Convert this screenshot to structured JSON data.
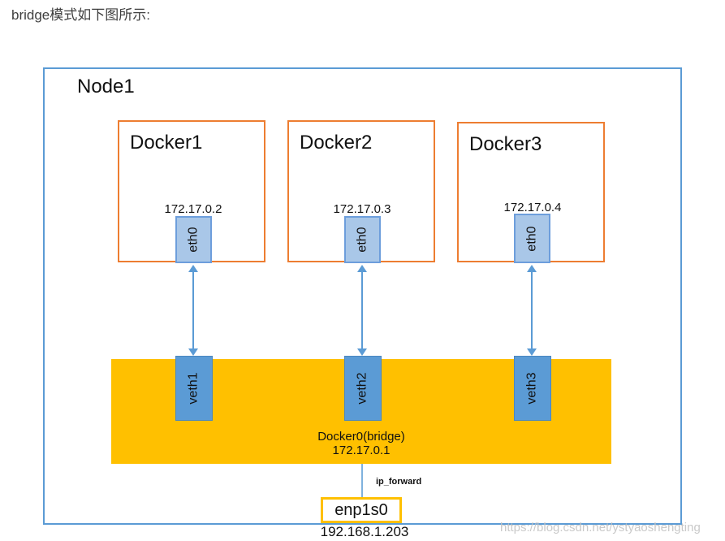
{
  "caption": "bridge模式如下图所示:",
  "node": {
    "label": "Node1"
  },
  "containers": [
    {
      "name": "Docker1",
      "ip": "172.17.0.2",
      "interface": "eth0",
      "veth": "veth1"
    },
    {
      "name": "Docker2",
      "ip": "172.17.0.3",
      "interface": "eth0",
      "veth": "veth2"
    },
    {
      "name": "Docker3",
      "ip": "172.17.0.4",
      "interface": "eth0",
      "veth": "veth3"
    }
  ],
  "bridge": {
    "name": "Docker0(bridge)",
    "ip": "172.17.0.1"
  },
  "host": {
    "forward_label": "ip_forward",
    "interface": "enp1s0",
    "ip": "192.168.1.203"
  },
  "watermark": "https://blog.csdn.net/ystyaoshengting",
  "colors": {
    "node_border": "#5B9BD5",
    "container_border": "#ED7D31",
    "eth_fill": "#A9C7E8",
    "veth_fill": "#5B9BD5",
    "bridge_fill": "#FFC000",
    "nic_border": "#FFC000",
    "arrow": "#5B9BD5"
  }
}
